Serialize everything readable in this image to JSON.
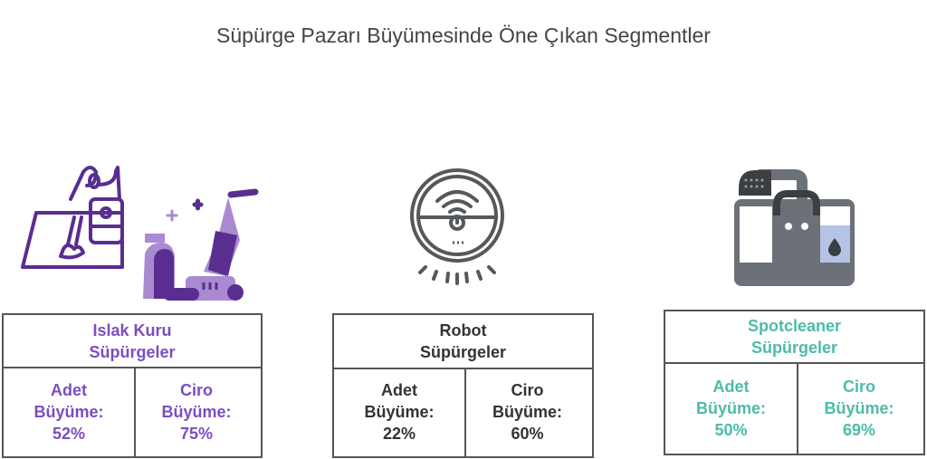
{
  "title": "Süpürge Pazarı Büyümesinde Öne Çıkan Segmentler",
  "colors": {
    "purple": "#7c4dc0",
    "dark": "#333333",
    "teal": "#4dbba9",
    "gray": "#6b7177"
  },
  "segments": [
    {
      "name_line1": "Islak Kuru",
      "name_line2": "Süpürgeler",
      "icon": "wet-dry-vacuum-icon",
      "adet_label1": "Adet",
      "adet_label2": "Büyüme:",
      "adet_value": "52%",
      "ciro_label1": "Ciro",
      "ciro_label2": "Büyüme:",
      "ciro_value": "75%"
    },
    {
      "name_line1": "Robot",
      "name_line2": "Süpürgeler",
      "icon": "robot-vacuum-icon",
      "adet_label1": "Adet",
      "adet_label2": "Büyüme:",
      "adet_value": "22%",
      "ciro_label1": "Ciro",
      "ciro_label2": "Büyüme:",
      "ciro_value": "60%"
    },
    {
      "name_line1": "Spotcleaner",
      "name_line2": "Süpürgeler",
      "icon": "spotcleaner-icon",
      "adet_label1": "Adet",
      "adet_label2": "Büyüme:",
      "adet_value": "50%",
      "ciro_label1": "Ciro",
      "ciro_label2": "Büyüme:",
      "ciro_value": "69%"
    }
  ]
}
